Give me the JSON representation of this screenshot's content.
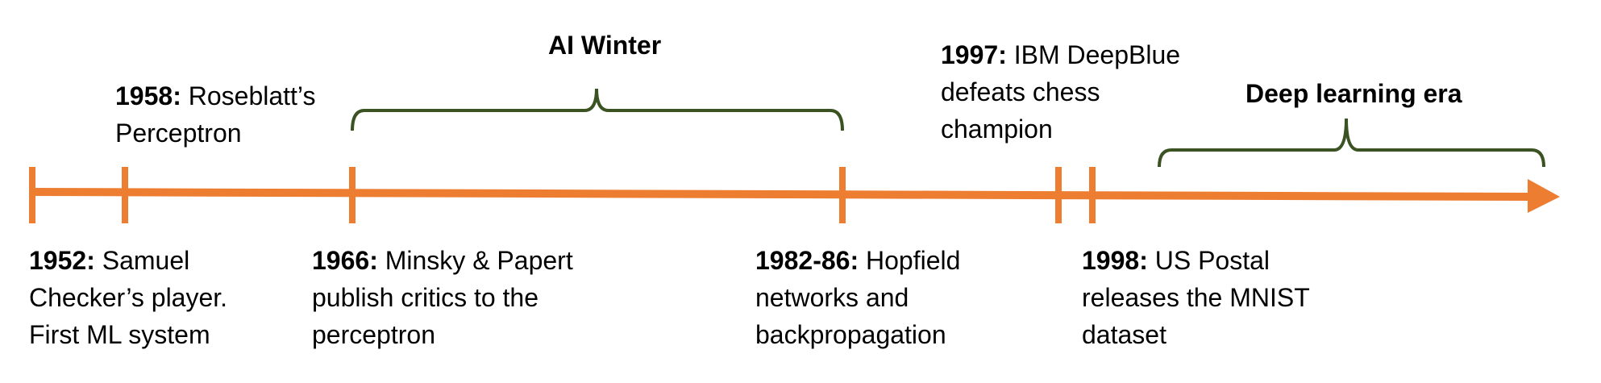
{
  "colors": {
    "axis": "#ED7D31",
    "bracket": "#3B5323",
    "text": "#000000"
  },
  "eras": {
    "ai_winter": "AI Winter",
    "deep_learning": "Deep learning era"
  },
  "events": {
    "e1952": {
      "year": "1952:",
      "lines": [
        " Samuel",
        "Checker’s player.",
        "First ML system"
      ]
    },
    "e1958": {
      "year": "1958:",
      "lines": [
        " Roseblatt’s",
        "Perceptron"
      ]
    },
    "e1966": {
      "year": "1966:",
      "lines": [
        " Minsky & Papert",
        "publish critics to the",
        "perceptron"
      ]
    },
    "e1982": {
      "year": "1982-86:",
      "lines": [
        " Hopfield",
        "networks and",
        "backpropagation"
      ]
    },
    "e1997": {
      "year": "1997:",
      "lines": [
        " IBM DeepBlue",
        "defeats chess",
        "champion"
      ]
    },
    "e1998": {
      "year": "1998:",
      "lines": [
        " US Postal",
        "releases the MNIST",
        "dataset"
      ]
    }
  }
}
